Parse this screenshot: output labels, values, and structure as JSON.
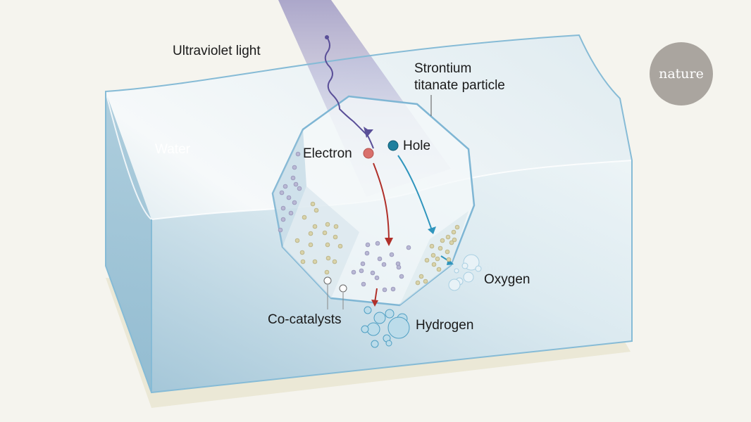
{
  "labels": {
    "uv_light": "Ultraviolet light",
    "particle": "Strontium\ntitanate particle",
    "water": "Water",
    "electron": "Electron",
    "hole": "Hole",
    "oxygen": "Oxygen",
    "hydrogen": "Hydrogen",
    "cocatalysts": "Co-catalysts"
  },
  "logo": "nature",
  "colors": {
    "electron": "#d9706c",
    "hole": "#1e7f9e",
    "electron_arrow": "#b0302a",
    "hole_arrow": "#2f95bd",
    "uv_ray": "#5a4f98",
    "outline": "#7fb6d4"
  }
}
